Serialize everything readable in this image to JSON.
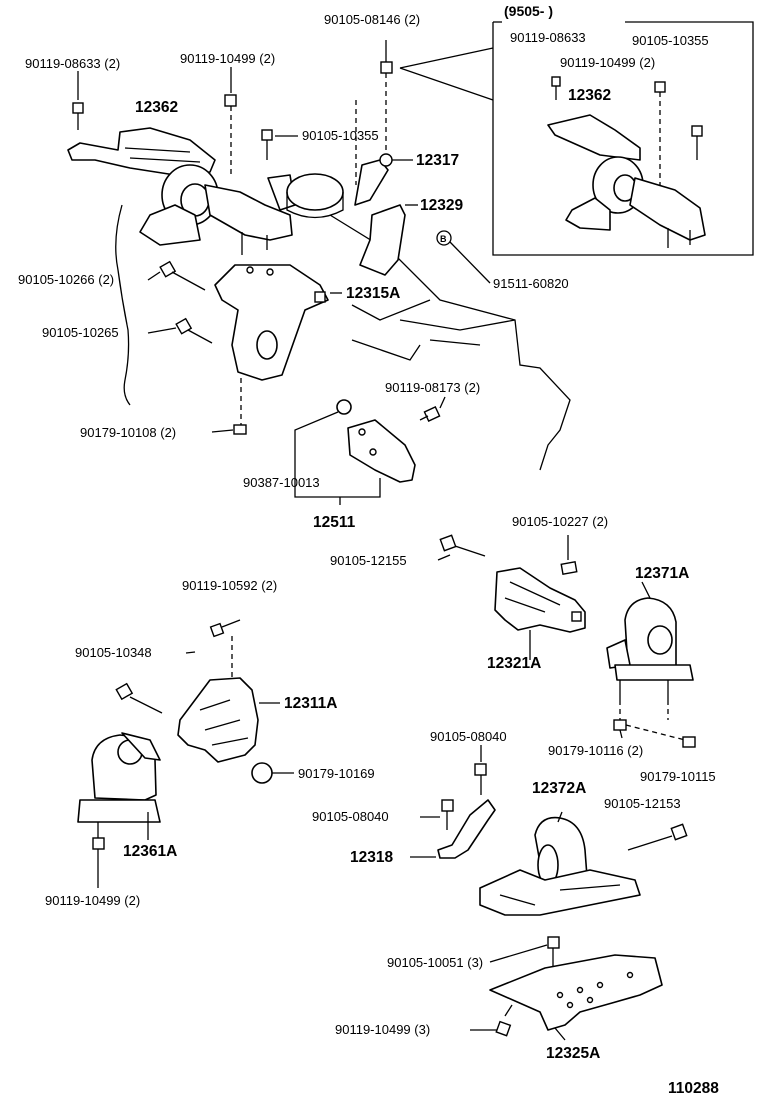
{
  "labels": {
    "l01": "90105-08146 (2)",
    "l02": "(9505-          )",
    "l03": "90119-08633",
    "l04": "90105-10355",
    "l05": "90119-10499 (2)",
    "l06": "12362",
    "l07": "90119-08633 (2)",
    "l08": "90119-10499 (2)",
    "l09": "12362",
    "l10": "90105-10355",
    "l11": "12317",
    "l12": "12329",
    "l13": "90105-10266 (2)",
    "l14": "91511-60820",
    "l15": "12315A",
    "l16": "90105-10265",
    "l17": "90119-08173 (2)",
    "l18": "90179-10108 (2)",
    "l19": "90387-10013",
    "l20": "12511",
    "l21": "90105-10227 (2)",
    "l22": "90105-12155",
    "l23": "12371A",
    "l24": "90119-10592 (2)",
    "l25": "12321A",
    "l26": "90105-10348",
    "l27": "12311A",
    "l28": "90105-08040",
    "l29": "90179-10116 (2)",
    "l30": "90179-10115",
    "l31": "90179-10169",
    "l32": "12372A",
    "l33": "90105-12153",
    "l34": "90105-08040",
    "l35": "12361A",
    "l36": "12318",
    "l37": "90119-10499 (2)",
    "l38": "90105-10051 (3)",
    "l39": "90119-10499 (3)",
    "l40": "12325A",
    "l41": "110288"
  },
  "callout_marker": "B"
}
